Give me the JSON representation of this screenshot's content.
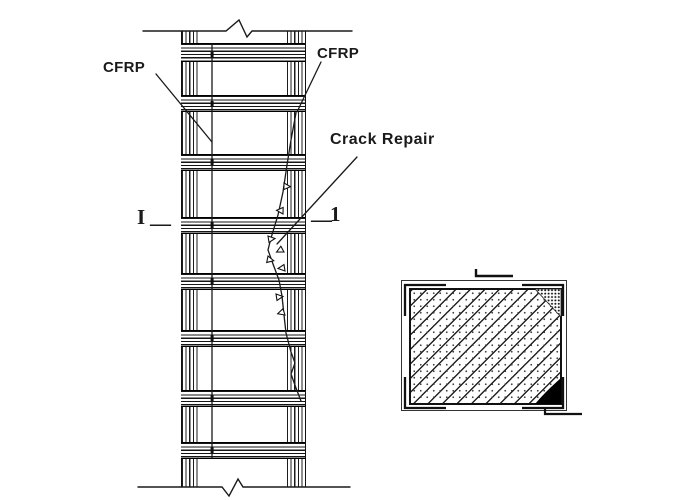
{
  "meta": {
    "background": "#ffffff",
    "ink": "#1a1a1a"
  },
  "elevation": {
    "label_cfrp_left": "CFRP",
    "label_cfrp_right": "CFRP",
    "label_crack_repair": "Crack Repair",
    "section_marker_left": {
      "letter": "I",
      "dash": "—"
    },
    "section_marker_right": {
      "dash": "—",
      "number": "1"
    },
    "cfrp_band_count": "8"
  }
}
